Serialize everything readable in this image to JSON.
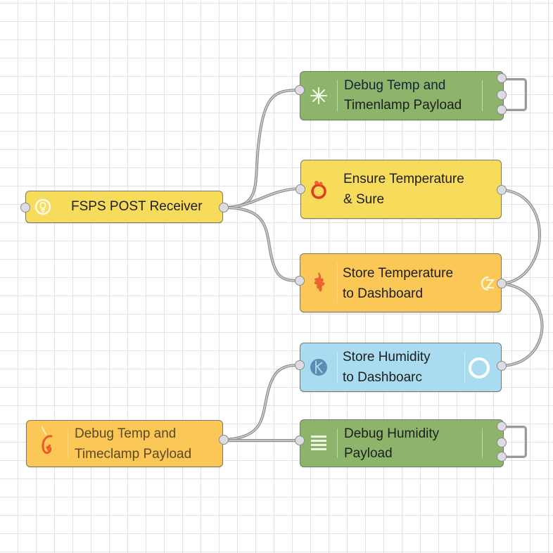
{
  "canvas": {
    "grid": true,
    "background": "#ffffff",
    "grid_color": "#e3e3e3"
  },
  "nodes": [
    {
      "id": "fsps-post-receiver",
      "label_lines": [
        "FSPS POST Receiver"
      ],
      "color": "#f7dc5c",
      "icon": "bulb-circle-icon",
      "inputs": 1,
      "outputs": 1
    },
    {
      "id": "debug-temp-top",
      "label_lines": [
        "Debug Temp and",
        "Timenlamp Payload"
      ],
      "color": "#8db46b",
      "icon": "asterisk-icon",
      "inputs": 1,
      "outputs": 3
    },
    {
      "id": "ensure-temperature",
      "label_lines": [
        "Ensure Temperature",
        "& Sure"
      ],
      "color": "#f7dc5c",
      "icon": "ring-icon",
      "inputs": 1,
      "outputs": 1
    },
    {
      "id": "store-temperature",
      "label_lines": [
        "Store Temperature",
        "to Dashboard"
      ],
      "color": "#fbc757",
      "icon": "splash-icon",
      "right_icon": "gauge-z-icon",
      "inputs": 1,
      "outputs": 1
    },
    {
      "id": "store-humidity",
      "label_lines": [
        "Store Humidity",
        "to Dashboarc"
      ],
      "color": "#a9dcf0",
      "icon": "globe-icon",
      "right_icon": "circle-outline-icon",
      "inputs": 1,
      "outputs": 1
    },
    {
      "id": "debug-temp-bottom",
      "label_lines": [
        "Debug Temp and",
        "Timeclamp Payload"
      ],
      "color": "#fbc757",
      "icon": "hook-arrow-icon",
      "inputs": 0,
      "outputs": 1
    },
    {
      "id": "debug-humidity",
      "label_lines": [
        "Debug Humidity",
        "Payload"
      ],
      "color": "#8db46b",
      "icon": "list-icon",
      "inputs": 1,
      "outputs": 3
    }
  ],
  "wires": [
    {
      "from": "fsps-post-receiver",
      "to": "debug-temp-top"
    },
    {
      "from": "fsps-post-receiver",
      "to": "ensure-temperature"
    },
    {
      "from": "fsps-post-receiver",
      "to": "store-temperature"
    },
    {
      "from": "ensure-temperature",
      "to": "store-temperature"
    },
    {
      "from": "store-temperature",
      "to": "store-humidity"
    },
    {
      "from": "debug-temp-bottom",
      "to": "store-humidity"
    },
    {
      "from": "debug-temp-bottom",
      "to": "debug-humidity"
    }
  ]
}
